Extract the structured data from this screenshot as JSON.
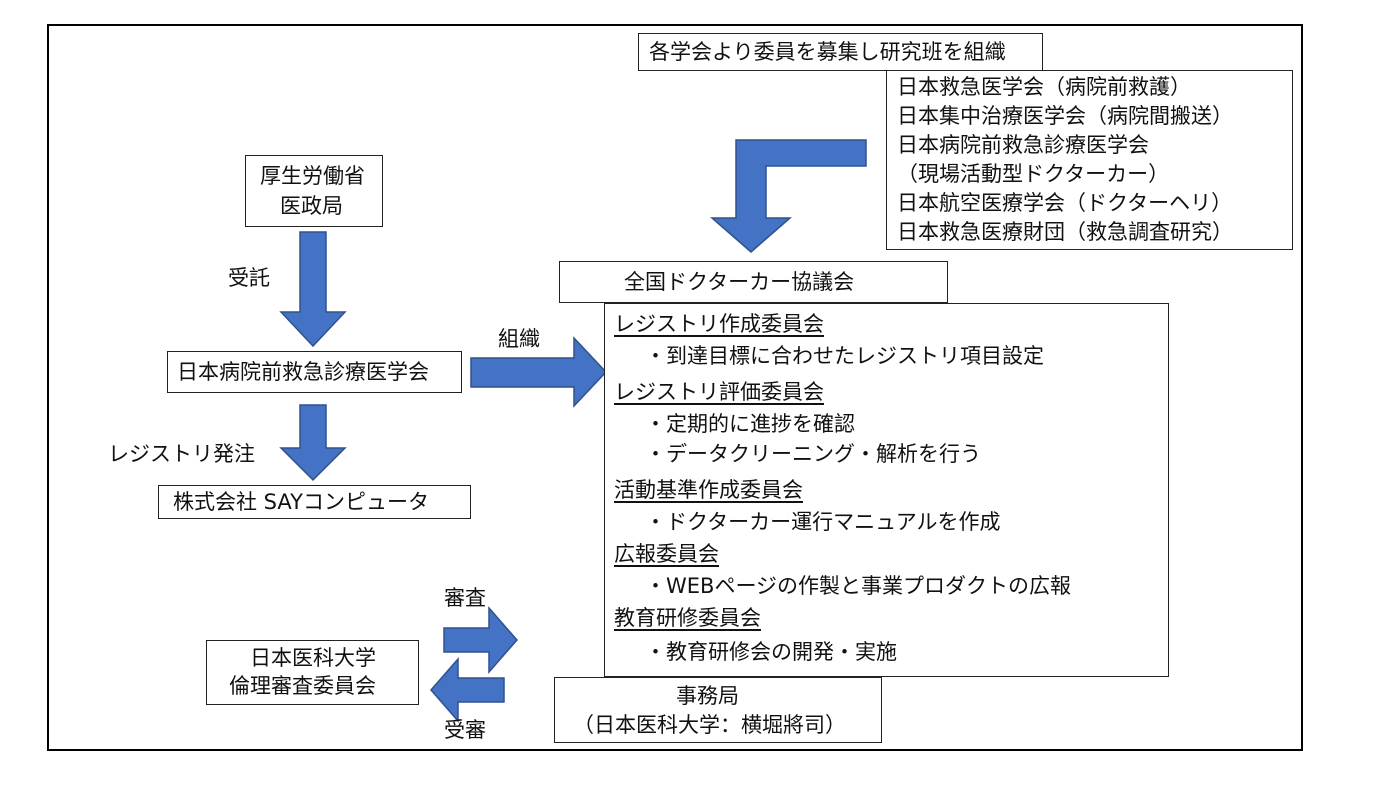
{
  "colors": {
    "arrow": "#4472C4",
    "arrow_stroke": "#2F528F",
    "border": "#222222"
  },
  "recruit_title": "各学会より委員を募集し研究班を組織",
  "societies": [
    "日本救急医学会（病院前救護）",
    "日本集中治療医学会（病院間搬送）",
    "日本病院前救急診療医学会",
    "（現場活動型ドクターカー）",
    "日本航空医療学会（ドクターヘリ）",
    "日本救急医療財団（救急調査研究）"
  ],
  "ministry": {
    "line1": "厚生労働省",
    "line2": "医政局"
  },
  "label_itaku": "受託",
  "jsaem": "日本病院前救急診療医学会",
  "label_hatchu": "レジストリ発注",
  "say": "株式会社 SAYコンピュータ",
  "label_soshiki": "組織",
  "council": "全国ドクターカー協議会",
  "committees": [
    {
      "name": "レジストリ作成委員会",
      "items": [
        "・到達目標に合わせたレジストリ項目設定"
      ]
    },
    {
      "name": "レジストリ評価委員会",
      "items": [
        "・定期的に進捗を確認",
        "・データクリーニング・解析を行う"
      ]
    },
    {
      "name": "活動基準作成委員会",
      "items": [
        "・ドクターカー運行マニュアルを作成"
      ]
    },
    {
      "name": "広報委員会",
      "items": [
        "・WEBページの作製と事業プロダクトの広報"
      ]
    },
    {
      "name": "教育研修委員会",
      "items": [
        "・教育研修会の開発・実施"
      ]
    }
  ],
  "ethics": {
    "line1": "日本医科大学",
    "line2": "倫理審査委員会"
  },
  "label_shinsa": "審査",
  "label_jushin": "受審",
  "secretariat": {
    "line1": "事務局",
    "line2": "（日本医科大学：横堀將司）"
  }
}
